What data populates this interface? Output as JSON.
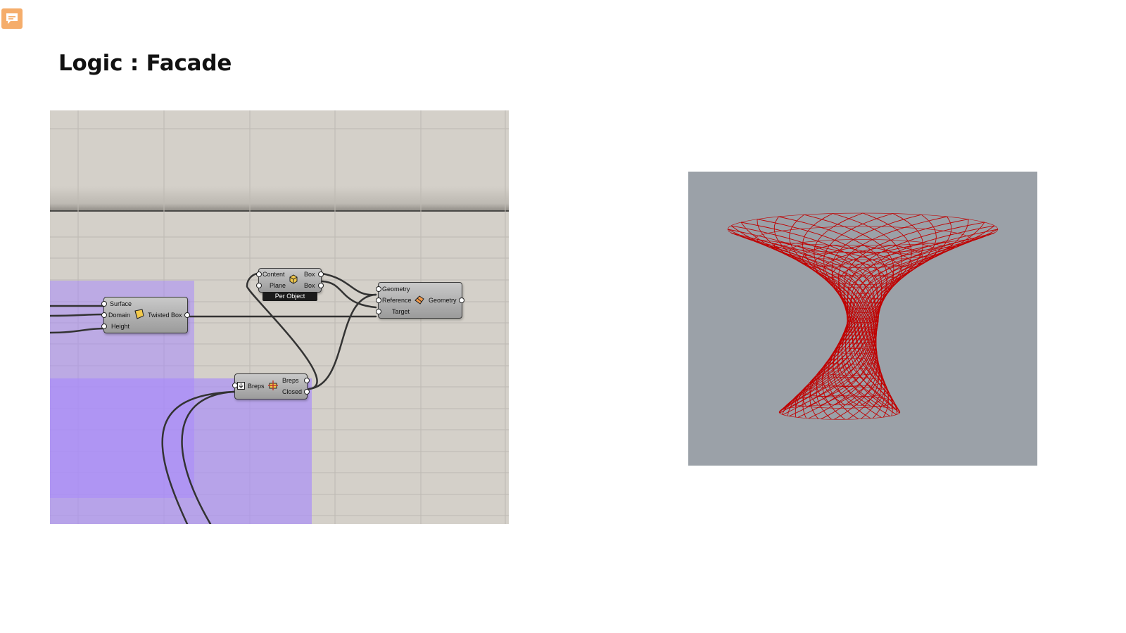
{
  "page": {
    "title": "Logic : Facade"
  },
  "icons": {
    "comment": "comment-icon",
    "twisted_box": "twisted-box-icon",
    "box_mapper": "box-mapper-icon",
    "morph": "morph-icon",
    "deconstruct": "breps-icon",
    "flatten": "flatten-arrow-icon"
  },
  "colors": {
    "accent_comment": "#f5ad6b",
    "canvas": "#d4d0c9",
    "group_fill": "#a78bfa",
    "viewport_bg": "#9ba1a8",
    "geometry": "#c00000"
  },
  "components": {
    "twisted_box": {
      "inputs": [
        "Surface",
        "Domain",
        "Height"
      ],
      "output": "Twisted Box"
    },
    "box_content": {
      "inputs": [
        "Content",
        "Plane"
      ],
      "outputs": [
        "Box",
        "Box"
      ],
      "footer": "Per Object"
    },
    "morph": {
      "inputs": [
        "Geometry",
        "Reference",
        "Target"
      ],
      "output": "Geometry"
    },
    "breps": {
      "input": "Breps",
      "outputs": [
        "Breps",
        "Closed"
      ]
    }
  }
}
